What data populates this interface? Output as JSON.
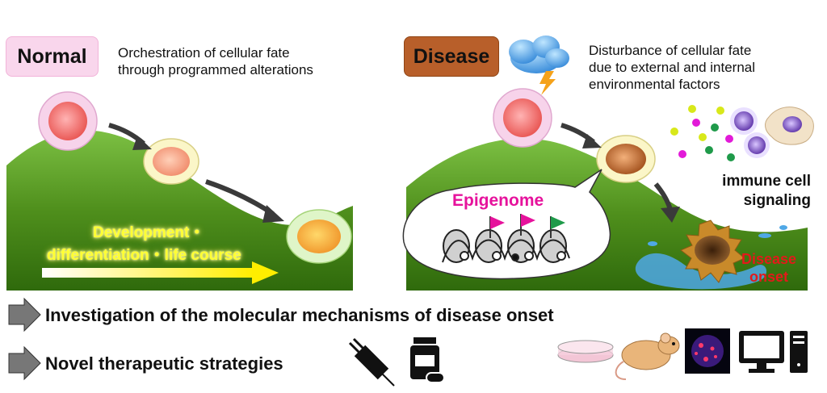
{
  "normal": {
    "label": "Normal",
    "description_line1": "Orchestration of cellular fate",
    "description_line2": "through programmed alterations",
    "development_line1": "Development・",
    "development_line2": "differentiation・life course"
  },
  "disease": {
    "label": "Disease",
    "description_line1": "Disturbance of cellular fate",
    "description_line2": "due to external and internal",
    "description_line3": "environmental factors",
    "immune_line1": "immune cell",
    "immune_line2": "signaling",
    "epigenome": "Epigenome",
    "onset_line1": "Disease",
    "onset_line2": "onset"
  },
  "bottom": {
    "investigation": "Investigation of the molecular mechanisms of disease onset",
    "therapeutic": "Novel therapeutic strategies"
  },
  "colors": {
    "hill_green": "#5a9a1f",
    "magenta_flag": "#e6129c",
    "green_flag": "#1f9a4a",
    "onset_red": "#e21a1a",
    "glow_yellow": "#ffff33"
  },
  "icons": [
    "storm-cloud-icon",
    "syringe-icon",
    "medicine-bottle-icon",
    "petri-dish-icon",
    "mouse-icon",
    "microscopy-image-icon",
    "computer-icon"
  ]
}
